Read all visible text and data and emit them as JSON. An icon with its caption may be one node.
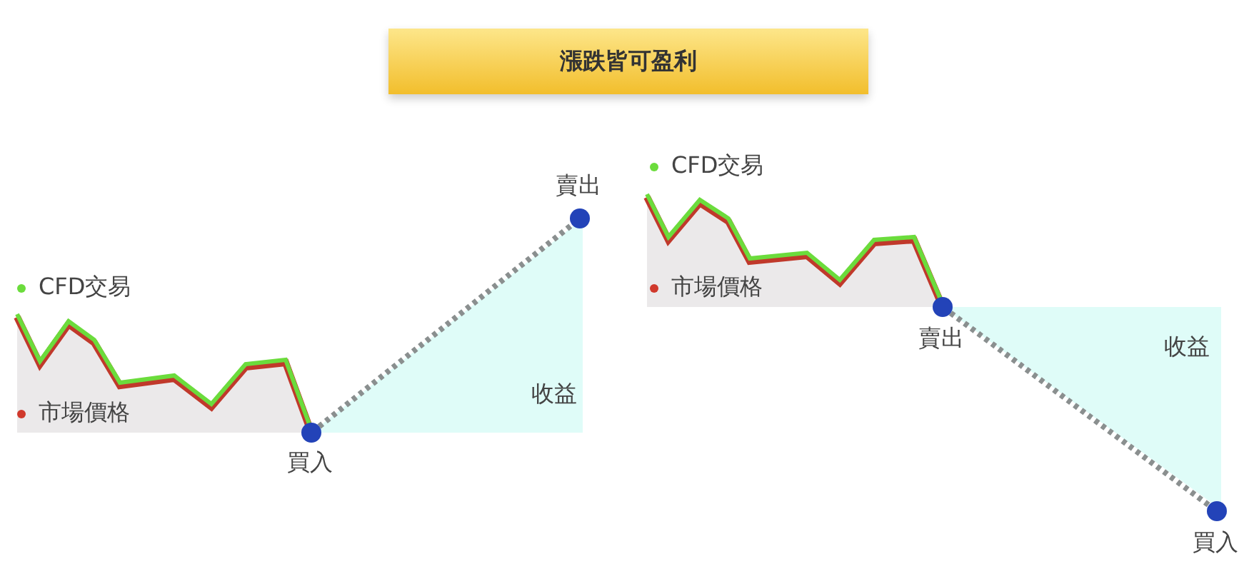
{
  "diagram": {
    "title": "漲跌皆可盈利",
    "nodes": [
      {
        "text": [],
        "shape": "circle",
        "beside": [
          "買入"
        ]
      },
      {
        "text": [],
        "shape": "circle",
        "beside": [
          "賣出"
        ]
      },
      {
        "text": [],
        "shape": "circle",
        "beside": [
          "賣出"
        ]
      },
      {
        "text": [],
        "shape": "circle",
        "beside": [
          "買入"
        ]
      }
    ],
    "edges": [
      {
        "from": 0,
        "to": 1,
        "arrow": "none",
        "style": "dashed"
      },
      {
        "from": 2,
        "to": 3,
        "arrow": "none",
        "style": "dashed"
      }
    ],
    "labels": [
      "收益",
      "收益"
    ],
    "legend": [
      {
        "text": "CFD交易",
        "color": "#6bdc3c"
      },
      {
        "text": "市場價格",
        "color": "#d0392c"
      },
      {
        "text": "CFD交易",
        "color": "#6bdc3c"
      },
      {
        "text": "市場價格",
        "color": "#d0392c"
      }
    ]
  }
}
